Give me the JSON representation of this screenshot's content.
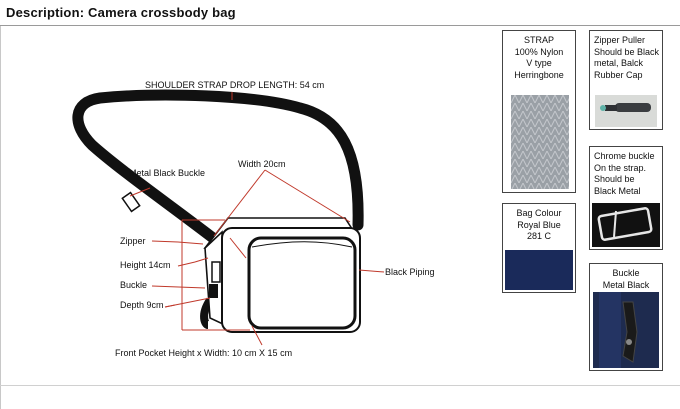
{
  "header": {
    "title": "Description: Camera crossbody bag"
  },
  "annotations": {
    "strap_drop": "SHOULDER STRAP DROP LENGTH: 54 cm",
    "buckle_metal": "Metal Black Buckle",
    "width": "Width 20cm",
    "zipper": "Zipper",
    "height": "Height 14cm",
    "buckle": "Buckle",
    "depth": "Depth 9cm",
    "piping": "Black Piping",
    "front_pocket": "Front Pocket Height x Width: 10 cm X 15 cm"
  },
  "cards": {
    "strap": [
      "STRAP",
      "100% Nylon",
      "V type",
      "Herringbone"
    ],
    "zipper_puller": [
      "Zipper Puller",
      "Should be Black",
      "metal, Balck",
      "Rubber Cap"
    ],
    "chrome_buckle": [
      "Chrome buckle",
      "On the strap.",
      "Should be",
      "Black Metal"
    ],
    "bag_colour": [
      "Bag Colour",
      "Royal Blue",
      "281 C"
    ],
    "buckle_metal": [
      "Buckle",
      "Metal Black"
    ]
  },
  "colors": {
    "annotation_line": "#c0392b",
    "royal_blue_swatch": "#1a2a5a",
    "strap_fabric": "#9aa0a6"
  }
}
